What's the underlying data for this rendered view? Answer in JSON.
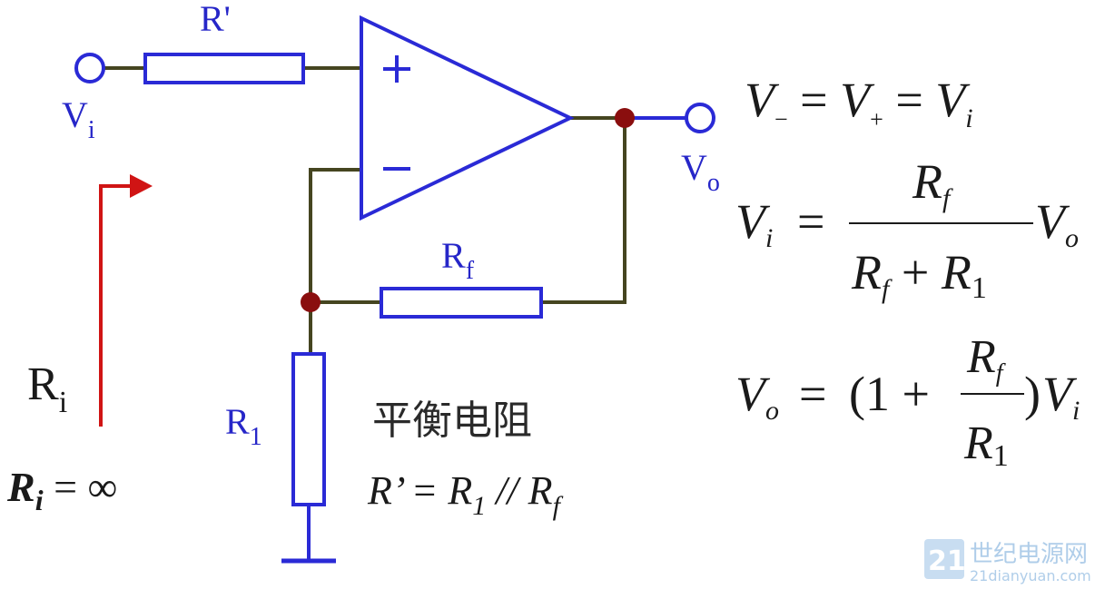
{
  "circuit": {
    "labels": {
      "r_prime": "R'",
      "vi": "V",
      "vi_sub": "i",
      "vo": "V",
      "vo_sub": "o",
      "plus": "+",
      "minus": "−",
      "rf": "R",
      "rf_sub": "f",
      "r1": "R",
      "r1_sub": "1",
      "ri": "R",
      "ri_sub": "i",
      "ri_eq_r": "R",
      "ri_eq_sub": "i",
      "ri_eq_rest": " = ∞"
    },
    "colors": {
      "component": "#2a2ad6",
      "wire": "#454520",
      "node": "#8a0e0e",
      "arrow": "#d01414"
    }
  },
  "balance": {
    "title": "平衡电阻",
    "formula_parts": [
      "R’ = R",
      "1",
      " // R",
      "f"
    ]
  },
  "equations": {
    "eq1": {
      "a": "V",
      "a_sub": "−",
      "eq1": " = ",
      "b": "V",
      "b_sub": "+",
      "eq2": " = ",
      "c": "V",
      "c_sub": "i"
    },
    "eq2": {
      "lhs": "V",
      "lhs_sub": "i",
      "eq": "=",
      "num": "R",
      "num_sub": "f",
      "den_a": "R",
      "den_a_sub": "f",
      "den_plus": " + ",
      "den_b": "R",
      "den_b_sub": "1",
      "tail": "V",
      "tail_sub": "o"
    },
    "eq3": {
      "lhs": "V",
      "lhs_sub": "o",
      "eq": "=",
      "open": "(1 +",
      "num": "R",
      "num_sub": "f",
      "den": "R",
      "den_sub": "1",
      "close": ")",
      "tail": "V",
      "tail_sub": "i"
    }
  },
  "watermark": {
    "logo": "21",
    "name": "世纪电源网",
    "url": "21dianyuan.com"
  }
}
